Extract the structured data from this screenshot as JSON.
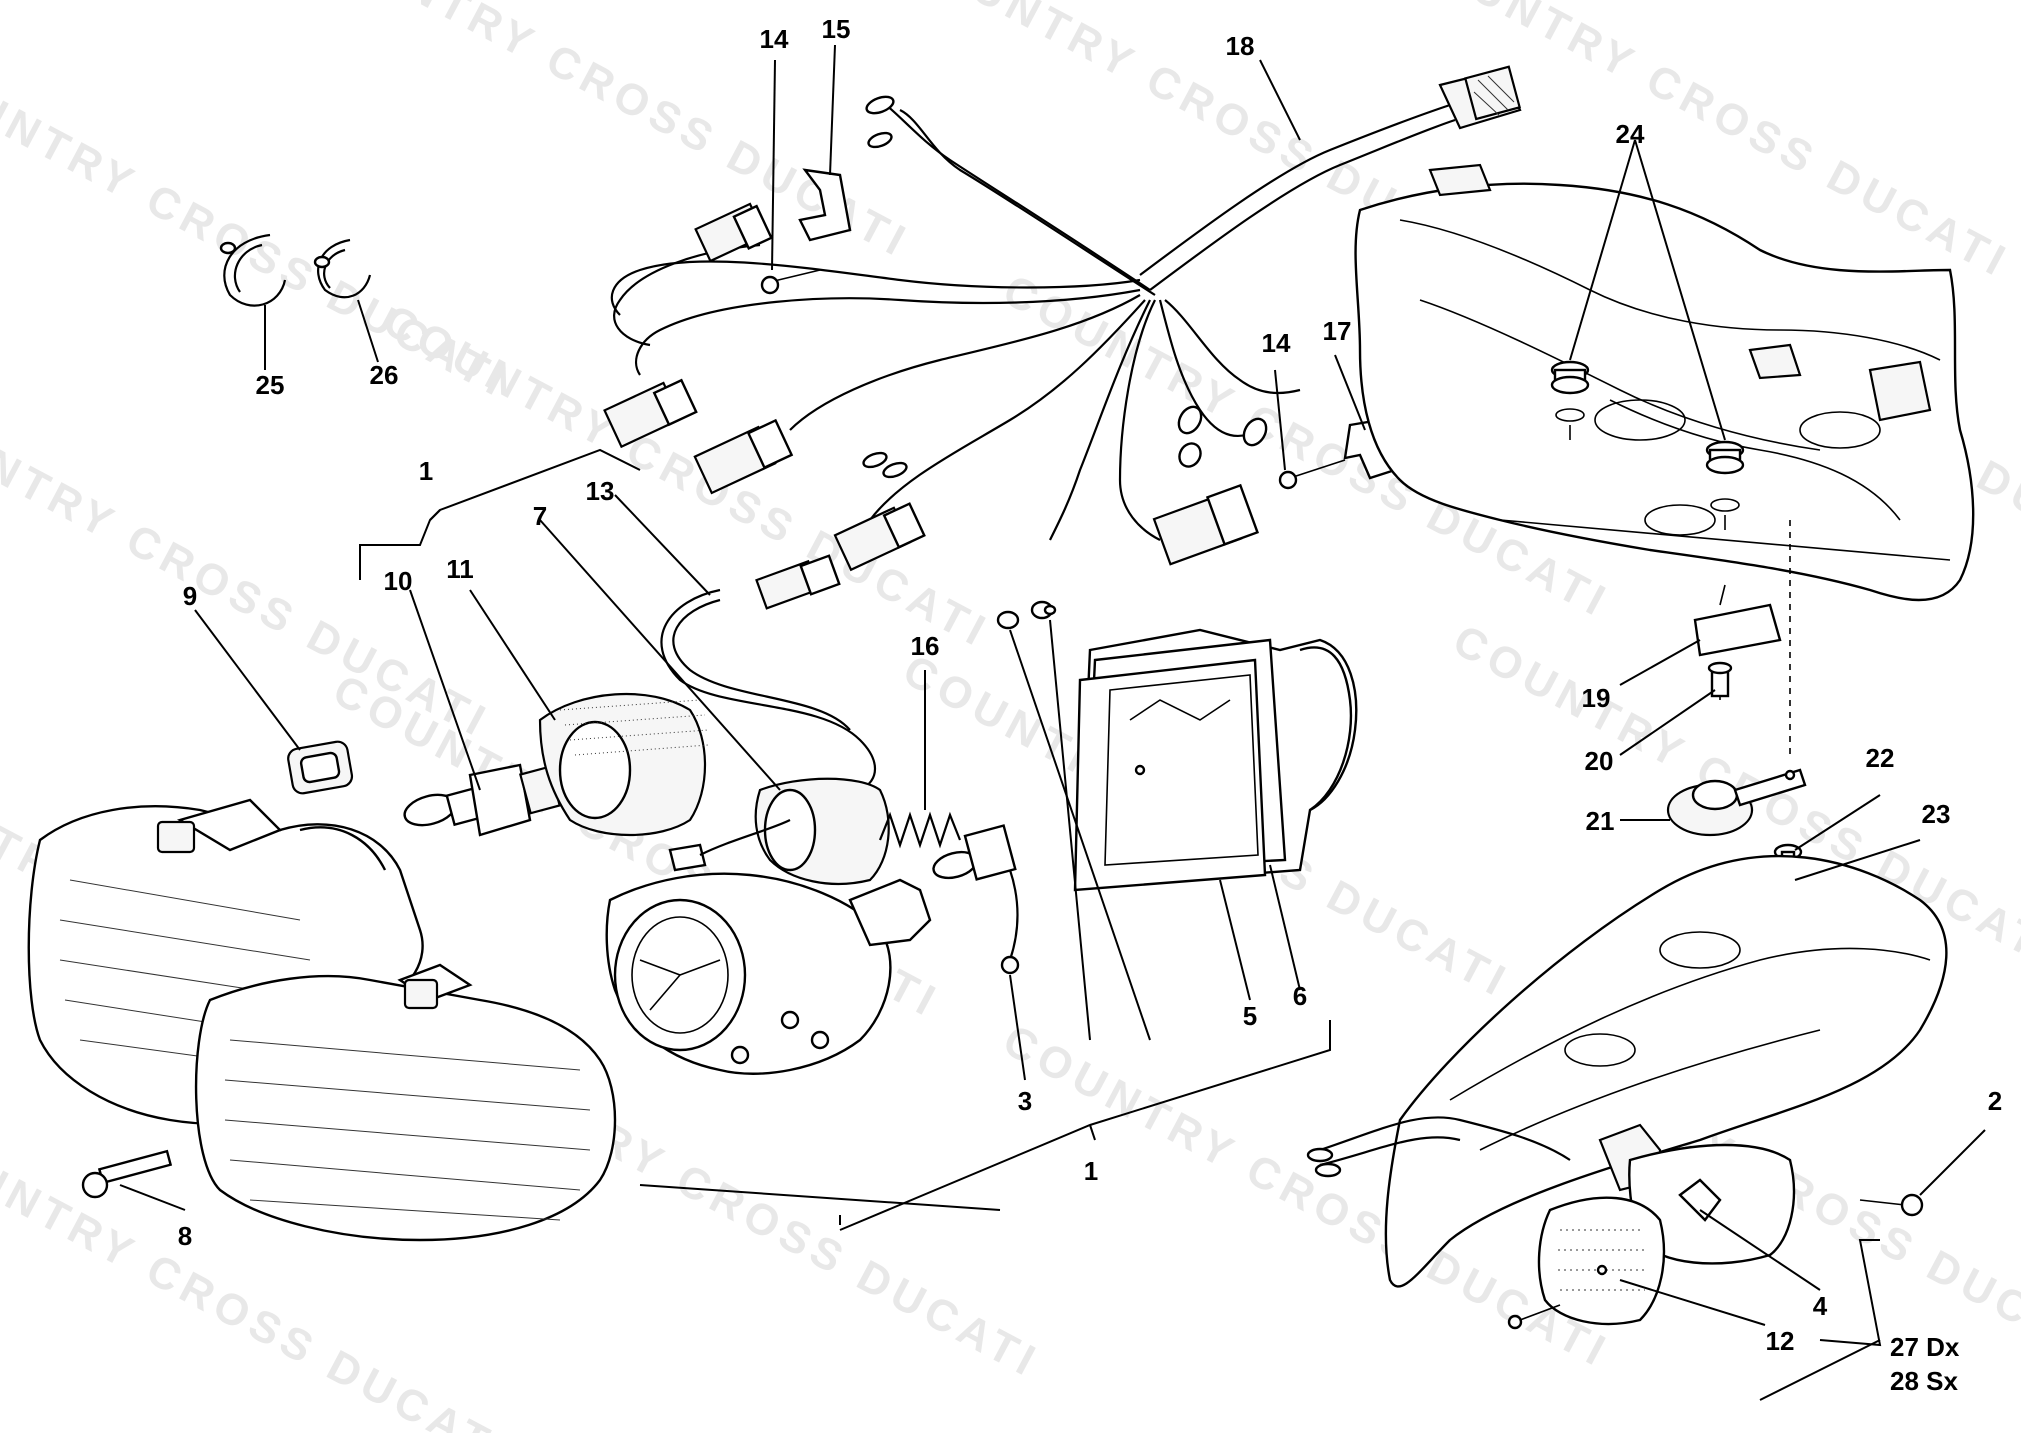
{
  "watermark": "COUNTRY CROSS DUCATI",
  "labels": {
    "l1a": "1",
    "l1b": "1",
    "l2": "2",
    "l3": "3",
    "l4": "4",
    "l5": "5",
    "l6": "6",
    "l7": "7",
    "l8": "8",
    "l9": "9",
    "l10": "10",
    "l11": "11",
    "l12": "12",
    "l13": "13",
    "l14a": "14",
    "l14b": "14",
    "l15": "15",
    "l16": "16",
    "l17": "17",
    "l18": "18",
    "l19": "19",
    "l20": "20",
    "l21": "21",
    "l22": "22",
    "l23": "23",
    "l24": "24",
    "l25": "25",
    "l26": "26",
    "l27": "27 Dx",
    "l28": "28 Sx"
  }
}
